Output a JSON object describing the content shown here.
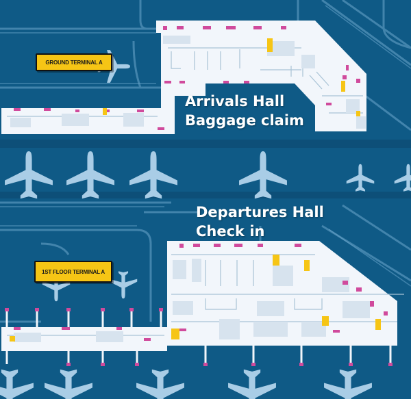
{
  "floor_signs": {
    "ground": "GROUND TERMINAL A",
    "first": "1ST FLOOR TERMINAL A"
  },
  "halls": {
    "arrivals": [
      "Arrivals Hall",
      "Baggage claim"
    ],
    "departures": [
      "Departures Hall",
      "Check in"
    ]
  },
  "colors": {
    "background": "#0f5a86",
    "taxiway_lines": "#5f9cc0",
    "building": "#f2f6fb",
    "aircraft": "#a9cde6",
    "sign": "#f6c515",
    "magenta_markers": "#d04a9c",
    "yellow_markers": "#f6c515"
  },
  "icons": [
    "airplane-icon"
  ]
}
